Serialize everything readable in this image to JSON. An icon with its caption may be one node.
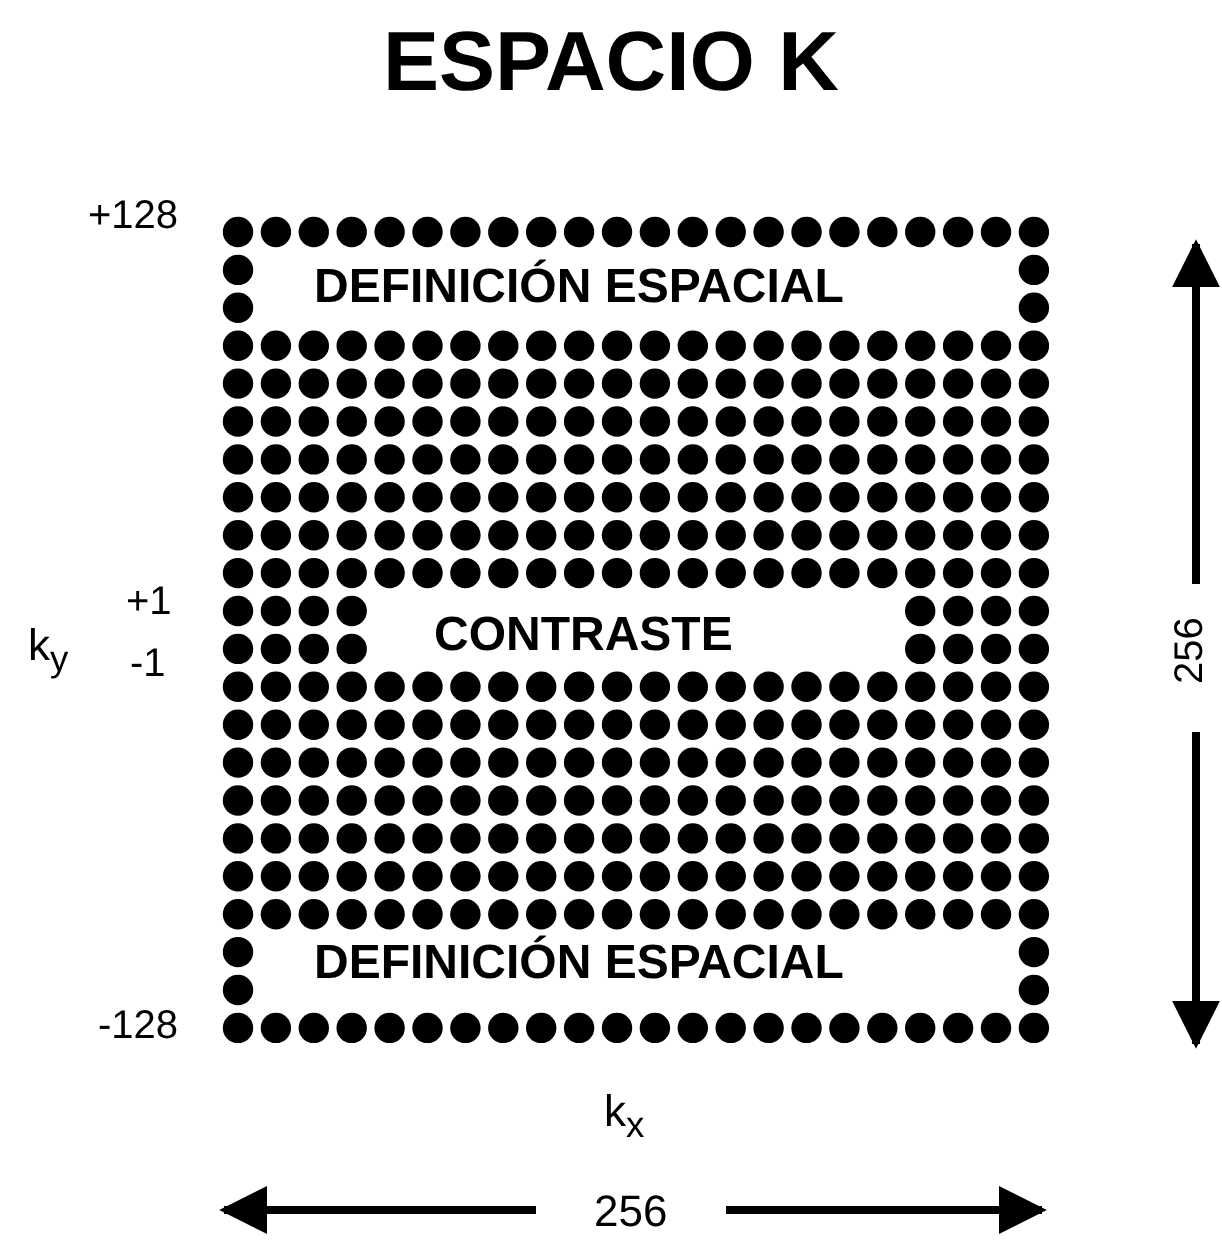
{
  "diagram": {
    "title": "ESPACIO K",
    "labels": [
      "+128",
      "DEFINICIÓN ESPACIAL",
      "256",
      "k$_{y}$",
      "+1",
      "-1",
      "CONTRASTE",
      "DEFINICIÓN ESPACIAL",
      "-128",
      "k$_{x}$",
      "256"
    ]
  }
}
